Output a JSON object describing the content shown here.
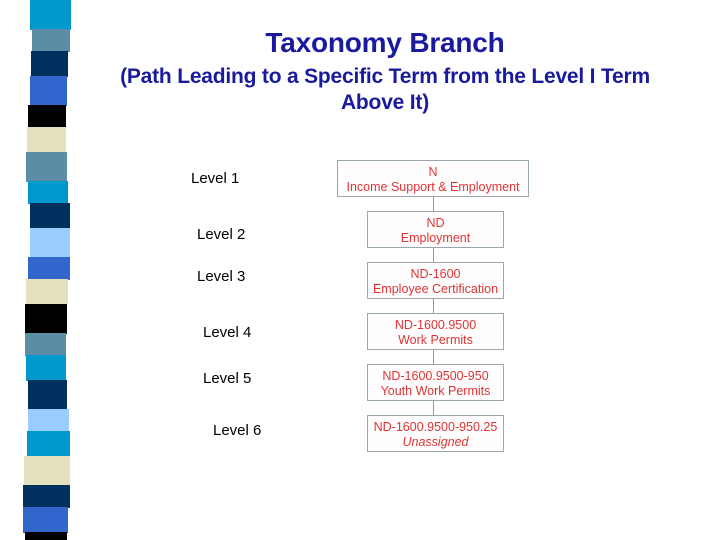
{
  "header": {
    "title": "Taxonomy Branch",
    "subtitle": "(Path Leading to a Specific Term from the Level I Term Above It)"
  },
  "levels": [
    {
      "label": "Level 1"
    },
    {
      "label": "Level 2"
    },
    {
      "label": "Level 3"
    },
    {
      "label": "Level 4"
    },
    {
      "label": "Level 5"
    },
    {
      "label": "Level 6"
    }
  ],
  "nodes": [
    {
      "code": "N",
      "name": "Income Support & Employment",
      "italic": false
    },
    {
      "code": "ND",
      "name": "Employment",
      "italic": false
    },
    {
      "code": "ND-1600",
      "name": "Employee Certification",
      "italic": false
    },
    {
      "code": "ND-1600.9500",
      "name": "Work Permits",
      "italic": false
    },
    {
      "code": "ND-1600.9500-950",
      "name": "Youth Work Permits",
      "italic": false
    },
    {
      "code": "ND-1600.9500-950.25",
      "name": "Unassigned",
      "italic": true
    }
  ],
  "colors": {
    "title_blue": "#1a1a9e",
    "node_text_red": "#e03434",
    "node_border": "#9aa8ad",
    "node_fill": "#fffdfd",
    "connector": "#8d9ba1"
  },
  "stripe": {
    "blocks": [
      {
        "color": "#0099cc"
      },
      {
        "color": "#5d8da5"
      },
      {
        "color": "#00305e"
      },
      {
        "color": "#3366cc"
      },
      {
        "color": "#000000"
      },
      {
        "color": "#e3e0bd"
      },
      {
        "color": "#5d8da5"
      },
      {
        "color": "#0099cc"
      },
      {
        "color": "#00305e"
      },
      {
        "color": "#99ccff"
      },
      {
        "color": "#3366cc"
      },
      {
        "color": "#e3e0bd"
      },
      {
        "color": "#000000"
      },
      {
        "color": "#5d8da5"
      },
      {
        "color": "#0099cc"
      },
      {
        "color": "#00305e"
      },
      {
        "color": "#99ccff"
      },
      {
        "color": "#0099cc"
      },
      {
        "color": "#e3e0bd"
      },
      {
        "color": "#00305e"
      },
      {
        "color": "#3366cc"
      },
      {
        "color": "#000000"
      }
    ]
  }
}
